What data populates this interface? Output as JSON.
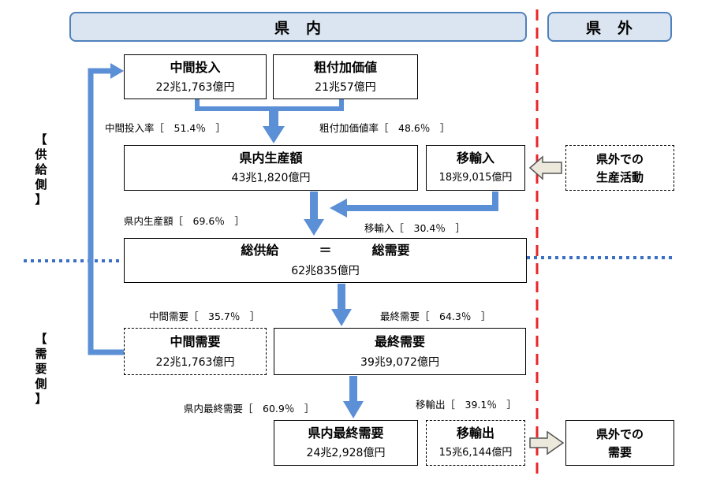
{
  "headers": {
    "inner": "県　内",
    "outer": "県　外"
  },
  "side_labels": {
    "supply": [
      "【",
      "供",
      "給",
      "側",
      "】"
    ],
    "demand": [
      "【",
      "需",
      "要",
      "側",
      "】"
    ]
  },
  "boxes": {
    "intermediate_input": {
      "title": "中間投入",
      "value": "22兆1,763億円"
    },
    "gross_value_added": {
      "title": "粗付加価値",
      "value": "21兆57億円"
    },
    "prefectural_output": {
      "title": "県内生産額",
      "value": "43兆1,820億円"
    },
    "imports_in": {
      "title": "移輸入",
      "value": "18兆9,015億円"
    },
    "outside_production": {
      "title": "県外での",
      "title2": "生産活動"
    },
    "total_supply_demand": {
      "title_left": "総供給",
      "title_mid": "＝",
      "title_right": "総需要",
      "value": "62兆835億円"
    },
    "intermediate_demand": {
      "title": "中間需要",
      "value": "22兆1,763億円"
    },
    "final_demand": {
      "title": "最終需要",
      "value": "39兆9,072億円"
    },
    "prefectural_final_demand": {
      "title": "県内最終需要",
      "value": "24兆2,928億円"
    },
    "exports_out": {
      "title": "移輸出",
      "value": "15兆6,144億円"
    },
    "outside_demand": {
      "title": "県外での",
      "title2": "需要"
    }
  },
  "ratios": {
    "intermediate_input_rate": "中間投入率［　51.4％　］",
    "value_added_rate": "粗付加価値率［　48.6％　］",
    "output_share": "県内生産額［　69.6％　］",
    "import_share": "移輸入［　30.4％　］",
    "intermediate_demand_share": "中間需要［　35.7％　］",
    "final_demand_share": "最終需要［　64.3％　］",
    "prefectural_final_share": "県内最終需要［　60.9％　］",
    "export_share": "移輸出［　39.1％　］"
  },
  "colors": {
    "arrow": "#5b8fd6",
    "header_fill": "#dbe5f1",
    "header_border": "#4f81bd",
    "boundary": "#e8262b",
    "dotted": "#3a6fc4",
    "side_arrow_fill": "#ece8dc"
  }
}
